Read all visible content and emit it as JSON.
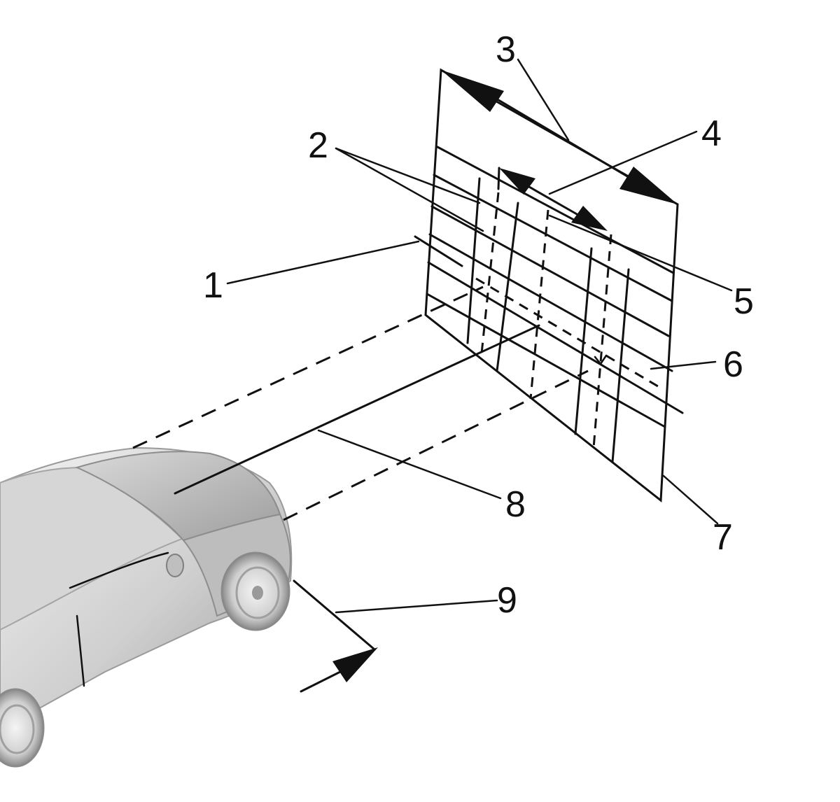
{
  "diagram": {
    "callouts": [
      {
        "id": "1",
        "label": "1"
      },
      {
        "id": "2",
        "label": "2"
      },
      {
        "id": "3",
        "label": "3"
      },
      {
        "id": "4",
        "label": "4"
      },
      {
        "id": "5",
        "label": "5"
      },
      {
        "id": "6",
        "label": "6"
      },
      {
        "id": "7",
        "label": "7"
      },
      {
        "id": "8",
        "label": "8"
      },
      {
        "id": "9",
        "label": "9"
      }
    ],
    "colors": {
      "line": "#111111",
      "car_body_light": "#e6e6e6",
      "car_body_mid": "#bdbdbd",
      "car_body_dark": "#8f8f8f",
      "background": "#ffffff"
    }
  }
}
